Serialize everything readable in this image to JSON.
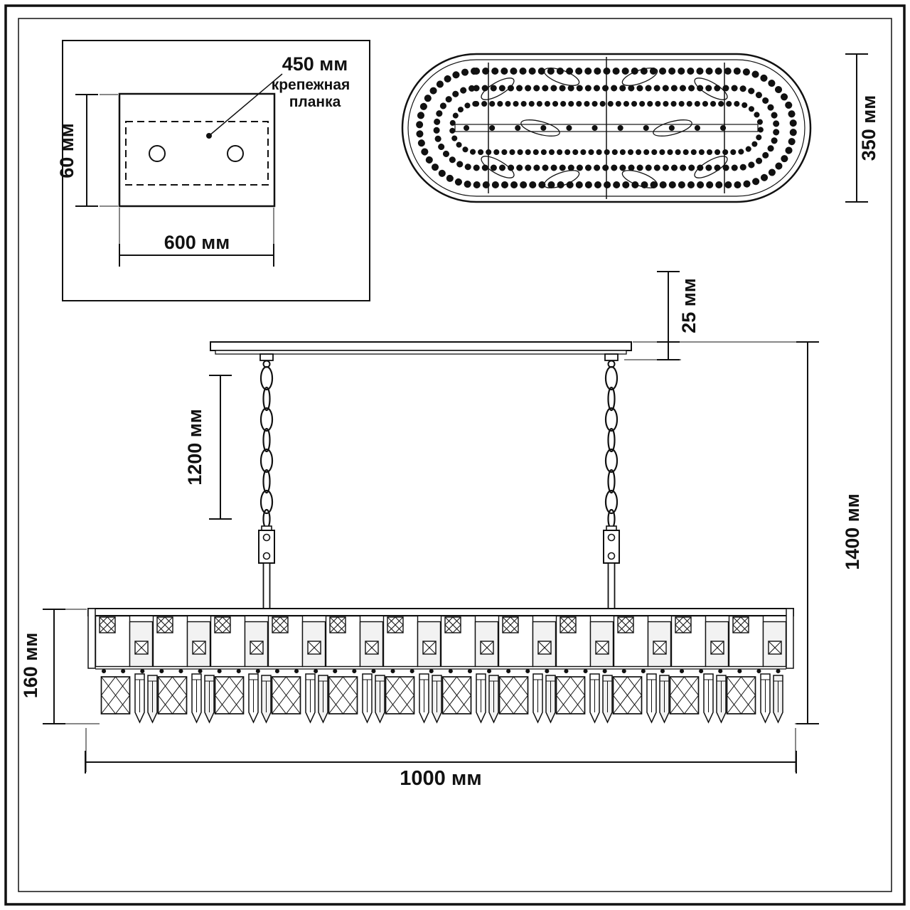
{
  "diagram": {
    "kind": "chandelier-dimension-drawing",
    "units": "мм",
    "plate_view": {
      "bar_offset_label": "450 мм",
      "bar_name_line1": "крепежная",
      "bar_name_line2": "планка",
      "height_label": "60 мм",
      "width_label": "600 мм"
    },
    "top_view": {
      "depth_label": "350 мм"
    },
    "front_view": {
      "canopy_thickness_label": "25 мм",
      "chain_length_label": "1200 мм",
      "total_height_label": "1400 мм",
      "body_height_label": "160 мм",
      "body_width_label": "1000 мм"
    }
  }
}
